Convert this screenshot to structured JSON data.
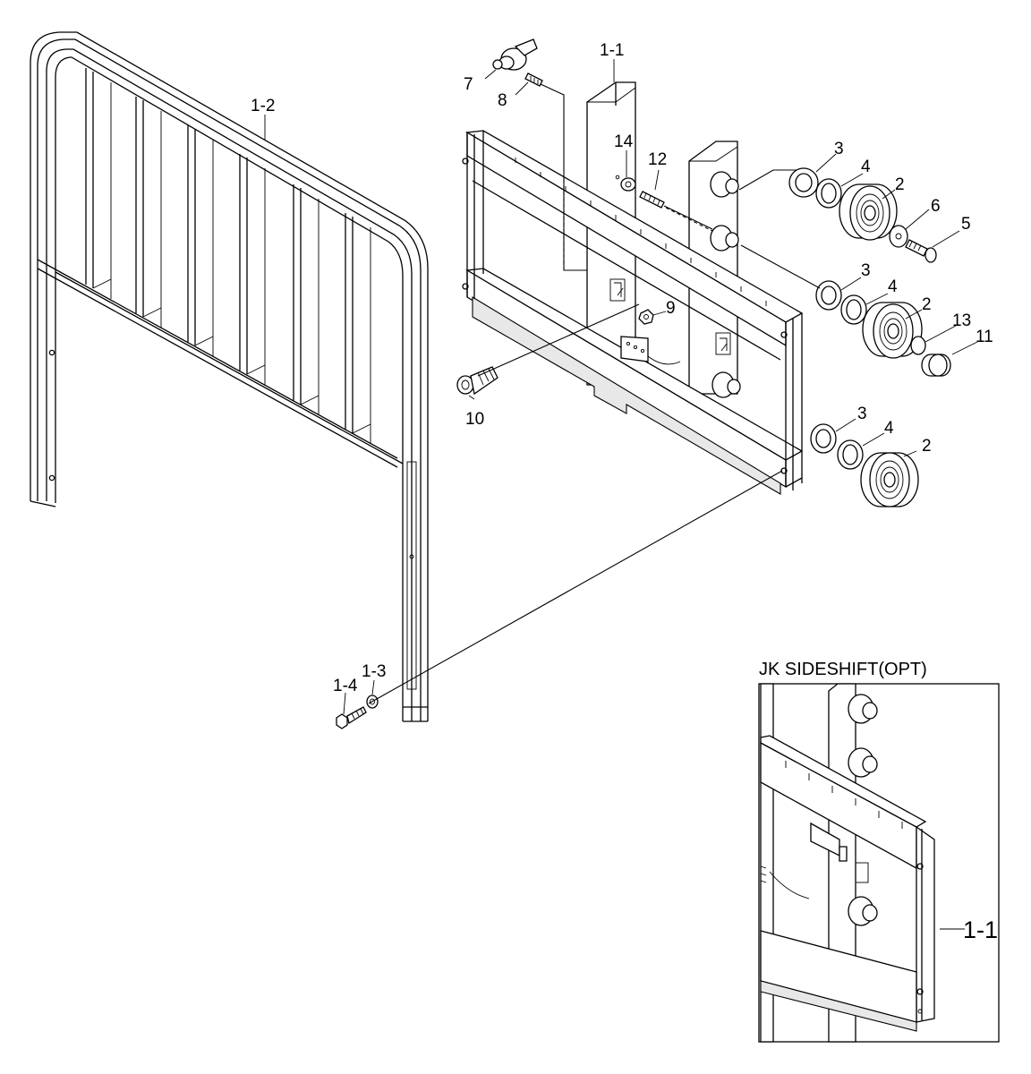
{
  "callouts": {
    "c1_1": "1-1",
    "c1_2": "1-2",
    "c1_3": "1-3",
    "c1_4": "1-4",
    "c2a": "2",
    "c2b": "2",
    "c2c": "2",
    "c3a": "3",
    "c3b": "3",
    "c3c": "3",
    "c4a": "4",
    "c4b": "4",
    "c4c": "4",
    "c5": "5",
    "c6": "6",
    "c7": "7",
    "c8": "8",
    "c9": "9",
    "c10": "10",
    "c11": "11",
    "c12": "12",
    "c13": "13",
    "c14": "14"
  },
  "inset": {
    "title": "JK SIDESHIFT(OPT)",
    "callout": "1-1"
  }
}
